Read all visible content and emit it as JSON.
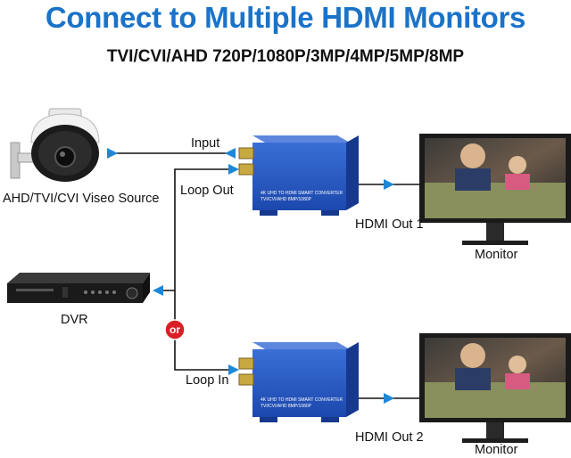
{
  "header": {
    "title": "Connect to Multiple HDMI Monitors",
    "subtitle": "TVI/CVI/AHD    720P/1080P/3MP/4MP/5MP/8MP"
  },
  "labels": {
    "source": "AHD/TVI/CVI Viseo Source",
    "input": "Input",
    "loop_out": "Loop Out",
    "loop_in": "Loop In",
    "dvr": "DVR",
    "or": "or",
    "hdmi_out_1": "HDMI Out 1",
    "hdmi_out_2": "HDMI Out 2",
    "monitor_1": "Monitor",
    "monitor_2": "Monitor"
  },
  "converter": {
    "line1": "4K UHD TO HDMI SMART CONVERTER",
    "line2": "TVI/CVI/AHD 8MP/1080P"
  },
  "colors": {
    "title": "#1a73c9",
    "converter": "#1f4fb8",
    "arrow": "#1e88d8",
    "or_badge": "#d91f26"
  }
}
